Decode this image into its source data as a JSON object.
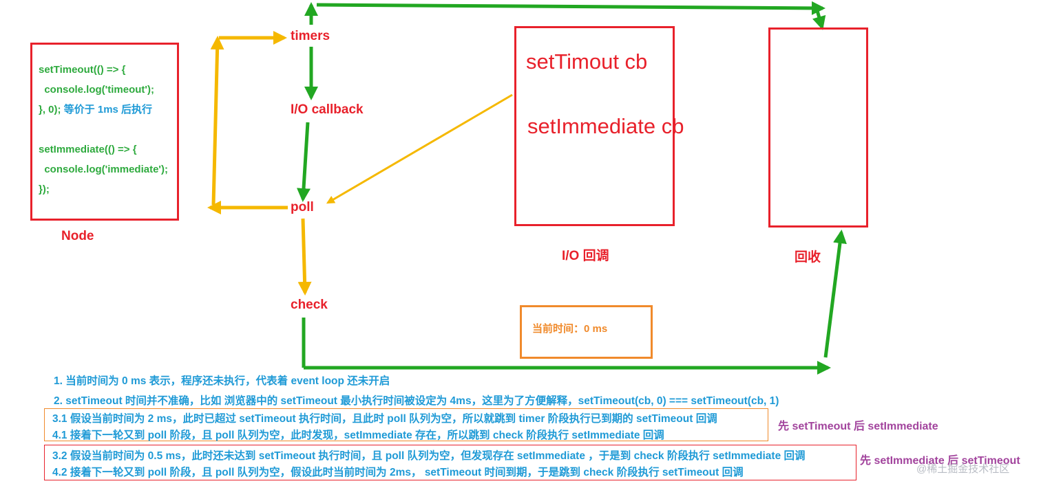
{
  "code": {
    "lines": [
      "setTimeout(() => {",
      "  console.log('timeout');",
      "}, 0);",
      "",
      "setImmediate(() => {",
      "  console.log('immediate');",
      "});"
    ],
    "note": "等价于 1ms 后执行"
  },
  "labels": {
    "node": "Node",
    "timers": "timers",
    "io_callback": "I/O callback",
    "poll": "poll",
    "check": "check",
    "io_cb_caption": "I/O 回调",
    "close_caption": "回收",
    "current_time": "当前时间：0 ms"
  },
  "io_box": {
    "line1": "setTimout cb",
    "line2": "setImmediate cb"
  },
  "notes": [
    "1. 当前时间为 0 ms 表示，程序还未执行，代表着 event loop 还未开启",
    "2. setTimeout 时间并不准确，比如 浏览器中的 setTimeout 最小执行时间被设定为 4ms，这里为了方便解释，setTimeout(cb, 0) === setTimeout(cb, 1)"
  ],
  "scenario_a": {
    "lines": [
      "3.1 假设当前时间为 2 ms，此时已超过 setTimeout 执行时间，且此时 poll 队列为空，所以就跳到 timer 阶段执行已到期的 setTimeout 回调",
      "4.1 接着下一轮又到 poll 阶段，且 poll 队列为空，此时发现，setImmediate 存在，所以跳到 check 阶段执行 setImmediate 回调"
    ],
    "conclusion": "先 setTimeout 后 setImmediate"
  },
  "scenario_b": {
    "lines": [
      "3.2 假设当前时间为 0.5 ms，此时还未达到 setTimeout 执行时间，且 poll 队列为空，但发现存在 setImmediate ，于是到 check 阶段执行 setImmediate 回调",
      "4.2 接着下一轮又到 poll 阶段，且 poll 队列为空，假设此时当前时间为 2ms， setTimeout  时间到期，于是跳到 check 阶段执行 setTimeout 回调"
    ],
    "conclusion": "先 setImmediate 后 setTimeout"
  },
  "watermark": "@稀土掘金技术社区",
  "colors": {
    "red": "#e8212b",
    "green": "#22a722",
    "yellow": "#f5b800",
    "blue": "#1f9ad6",
    "purple": "#a2449d",
    "orange": "#f08a2b"
  }
}
